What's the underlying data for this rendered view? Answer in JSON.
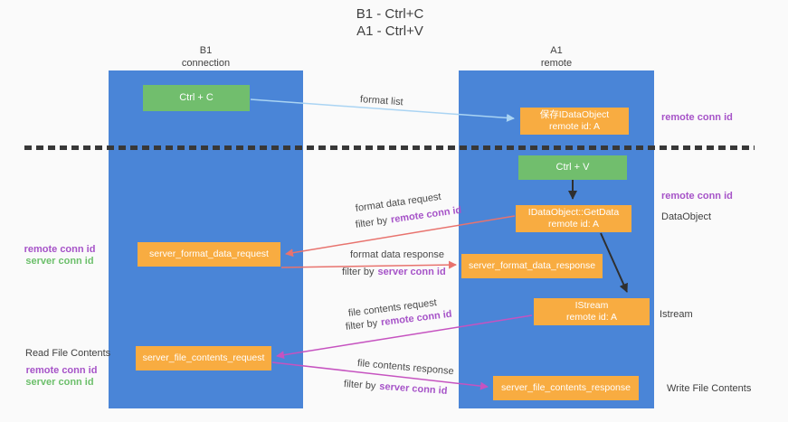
{
  "title": {
    "line1": "B1 - Ctrl+C",
    "line2": "A1 - Ctrl+V"
  },
  "lifelines": {
    "left": {
      "name": "B1",
      "role": "connection"
    },
    "right": {
      "name": "A1",
      "role": "remote"
    }
  },
  "boxes": {
    "ctrl_c": {
      "label": "Ctrl + C"
    },
    "save_idataobject": {
      "line1": "保存IDataObject",
      "line2": "remote id: A"
    },
    "ctrl_v": {
      "label": "Ctrl + V"
    },
    "getdata": {
      "line1": "IDataObject::GetData",
      "line2": "remote id: A"
    },
    "server_format_data_request": {
      "label": "server_format_data_request"
    },
    "server_format_data_response": {
      "label": "server_format_data_response"
    },
    "istream": {
      "line1": "IStream",
      "line2": "remote id: A"
    },
    "server_file_contents_request": {
      "label": "server_file_contents_request"
    },
    "server_file_contents_response": {
      "label": "server_file_contents_response"
    }
  },
  "flow_labels": {
    "format_list": "format list",
    "format_data_request": "format data request",
    "format_data_response": "format data response",
    "file_contents_request": "file contents request",
    "file_contents_response": "file contents response",
    "filter_by": "filter by",
    "remote_conn_id": "remote conn id",
    "server_conn_id": "server conn id"
  },
  "left_labels": {
    "remote_conn_id_1": "remote conn id",
    "server_conn_id_1": "server conn id",
    "read_file_contents": "Read File Contents",
    "remote_conn_id_2": "remote conn id",
    "server_conn_id_2": "server conn id"
  },
  "right_labels": {
    "remote_conn_id_1": "remote conn id",
    "remote_conn_id_2": "remote conn id",
    "dataobject": "DataObject",
    "istream": "Istream",
    "write_file_contents": "Write File Contents"
  },
  "colors": {
    "bg": "#fafafa",
    "column-blue": "#4a85d7",
    "box-orange": "#f8ac41",
    "box-green": "#71be6d",
    "purple": "#a653c8",
    "green-text": "#6cbf6b",
    "arrow-red": "#e8736e",
    "arrow-magenta": "#c653c0",
    "arrow-blue": "#aad4f3",
    "arrow-black": "#2f2f2f",
    "text-dark": "#3f3f3f"
  }
}
